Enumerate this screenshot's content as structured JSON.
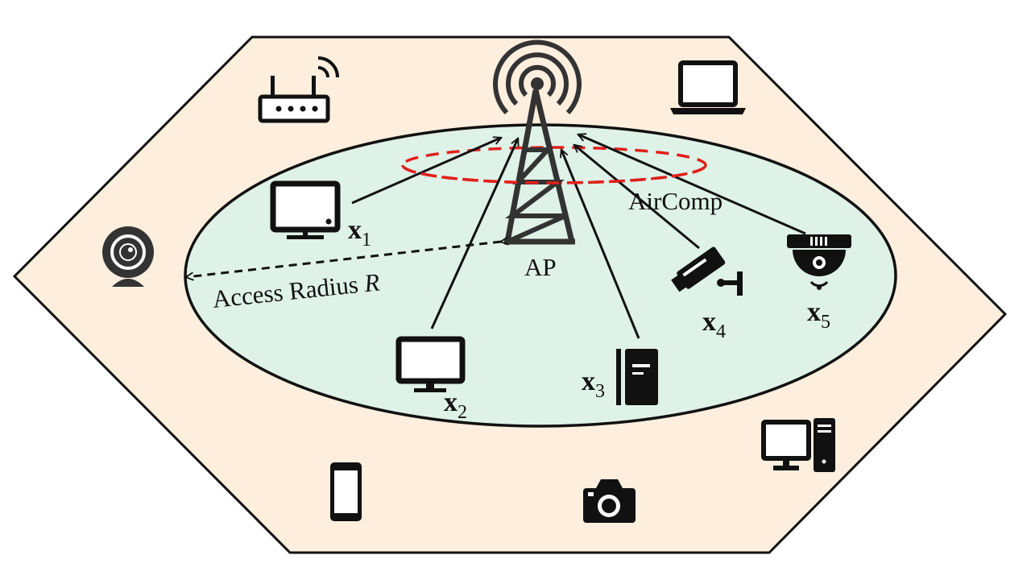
{
  "diagram": {
    "colors": {
      "region_fill": "#fdeedd",
      "coverage_fill": "#dff2e8",
      "aircomp_ring": "#e0201b",
      "ink": "#111111"
    },
    "labels": {
      "ap": "AP",
      "aircomp": "AirComp",
      "access_radius": "Access Radius",
      "radius_symbol": "R"
    },
    "devices": [
      {
        "symbol": "x",
        "index": "1",
        "icon": "tv-icon"
      },
      {
        "symbol": "x",
        "index": "2",
        "icon": "monitor-icon"
      },
      {
        "symbol": "x",
        "index": "3",
        "icon": "server-icon"
      },
      {
        "symbol": "x",
        "index": "4",
        "icon": "security-camera-icon"
      },
      {
        "symbol": "x",
        "index": "5",
        "icon": "dome-camera-icon"
      }
    ],
    "outside_devices": [
      "router-icon",
      "laptop-icon",
      "webcam-icon",
      "phone-icon",
      "photo-camera-icon",
      "desktop-pc-icon"
    ]
  }
}
